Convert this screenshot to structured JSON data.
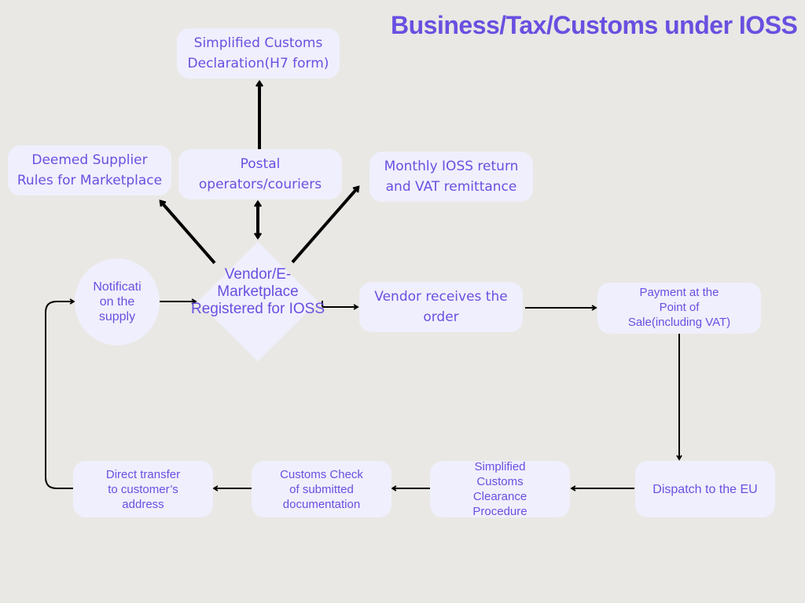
{
  "title": "Business/Tax/Customs under IOSS",
  "colors": {
    "background": "#e9e8e4",
    "node_fill": "#f0effd",
    "text": "#6a4fe0",
    "arrow": "#000000"
  },
  "nodes": {
    "simplified_customs_declaration": "Simplified Customs\nDeclaration(H7 form)",
    "deemed_supplier": "Deemed Supplier\nRules for Marketplace",
    "postal_operators": "Postal\noperators/couriers",
    "monthly_ioss_return": "Monthly IOSS return\nand VAT remittance",
    "notification": "Notificati\non the\nsupply",
    "vendor_marketplace": "Vendor/E-\nMarketplace\nRegistered for IOSS",
    "vendor_receives_order": "Vendor receives the\norder",
    "payment_point_of_sale": "Payment at the\nPoint of\nSale(including VAT)",
    "dispatch_eu": "Dispatch to the EU",
    "simplified_clearance": "Simplified\nCustoms\nClearance\nProcedure",
    "customs_check": "Customs Check\nof submitted\ndocumentation",
    "direct_transfer": "Direct transfer\nto customer’s\naddress"
  },
  "edges": [
    {
      "from": "postal_operators",
      "to": "simplified_customs_declaration"
    },
    {
      "from": "vendor_marketplace",
      "to": "deemed_supplier"
    },
    {
      "from": "vendor_marketplace",
      "to": "postal_operators",
      "bidirectional": true
    },
    {
      "from": "vendor_marketplace",
      "to": "monthly_ioss_return"
    },
    {
      "from": "notification",
      "to": "vendor_marketplace"
    },
    {
      "from": "vendor_marketplace",
      "to": "vendor_receives_order"
    },
    {
      "from": "vendor_receives_order",
      "to": "payment_point_of_sale"
    },
    {
      "from": "payment_point_of_sale",
      "to": "dispatch_eu"
    },
    {
      "from": "dispatch_eu",
      "to": "simplified_clearance"
    },
    {
      "from": "simplified_clearance",
      "to": "customs_check"
    },
    {
      "from": "customs_check",
      "to": "direct_transfer"
    },
    {
      "from": "direct_transfer",
      "to": "notification"
    }
  ]
}
